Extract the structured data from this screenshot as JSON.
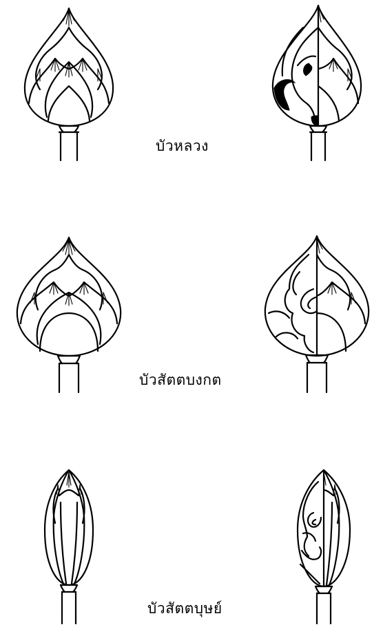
{
  "figures": [
    {
      "label": "บัวหลวง"
    },
    {
      "label": "บัวสัตตบงกต"
    },
    {
      "label": "บัวสัตตบุษย์"
    }
  ]
}
